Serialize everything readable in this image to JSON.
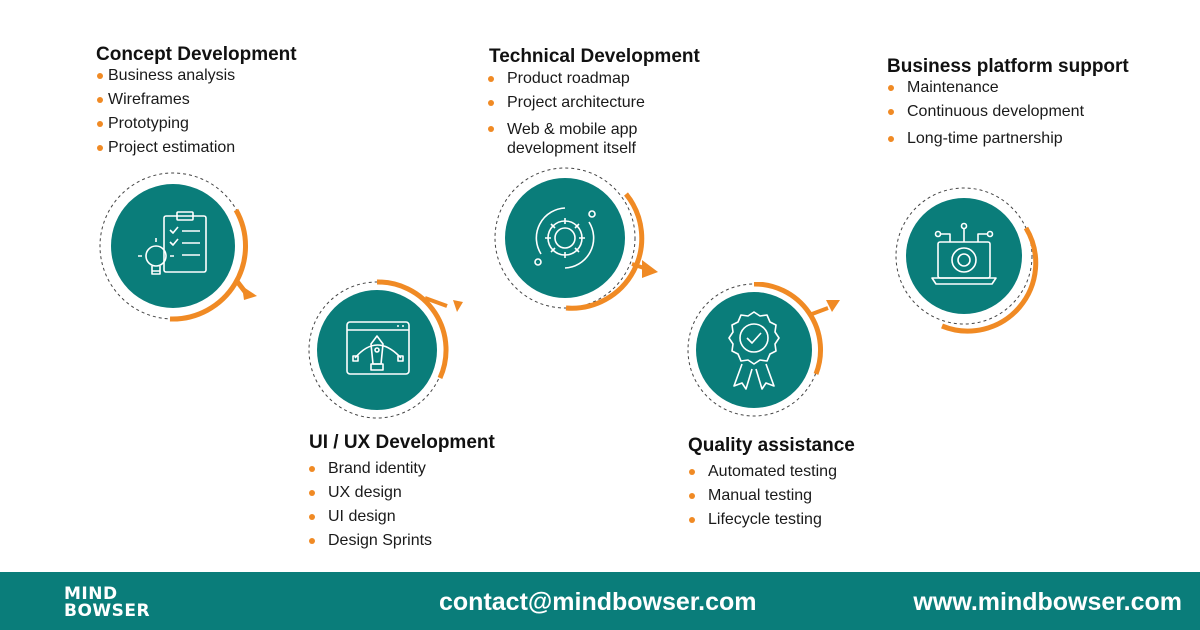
{
  "stages": [
    {
      "title": "Concept Development",
      "items": [
        "Business analysis",
        "Wireframes",
        "Prototyping",
        "Project estimation"
      ],
      "icon": "clipboard-bulb-icon"
    },
    {
      "title": "UI / UX Development",
      "items": [
        "Brand identity",
        "UX design",
        "UI design",
        "Design Sprints"
      ],
      "icon": "design-pen-window-icon"
    },
    {
      "title": "Technical Development",
      "items": [
        "Product roadmap",
        "Project architecture",
        "Web & mobile app development itself"
      ],
      "icon": "gear-cycle-icon"
    },
    {
      "title": "Quality assistance",
      "items": [
        "Automated testing",
        "Manual testing",
        "Lifecycle testing"
      ],
      "icon": "badge-check-icon"
    },
    {
      "title": "Business platform support",
      "items": [
        "Maintenance",
        "Continuous development",
        "Long-time partnership"
      ],
      "icon": "laptop-gear-icon"
    }
  ],
  "footer": {
    "logo_line1": "MIND",
    "logo_line2": "BOWSER",
    "contact": "contact@mindbowser.com",
    "website": "www.mindbowser.com"
  },
  "colors": {
    "teal": "#0a7d7a",
    "orange": "#f08a24",
    "footer": "#0a7d7a"
  }
}
